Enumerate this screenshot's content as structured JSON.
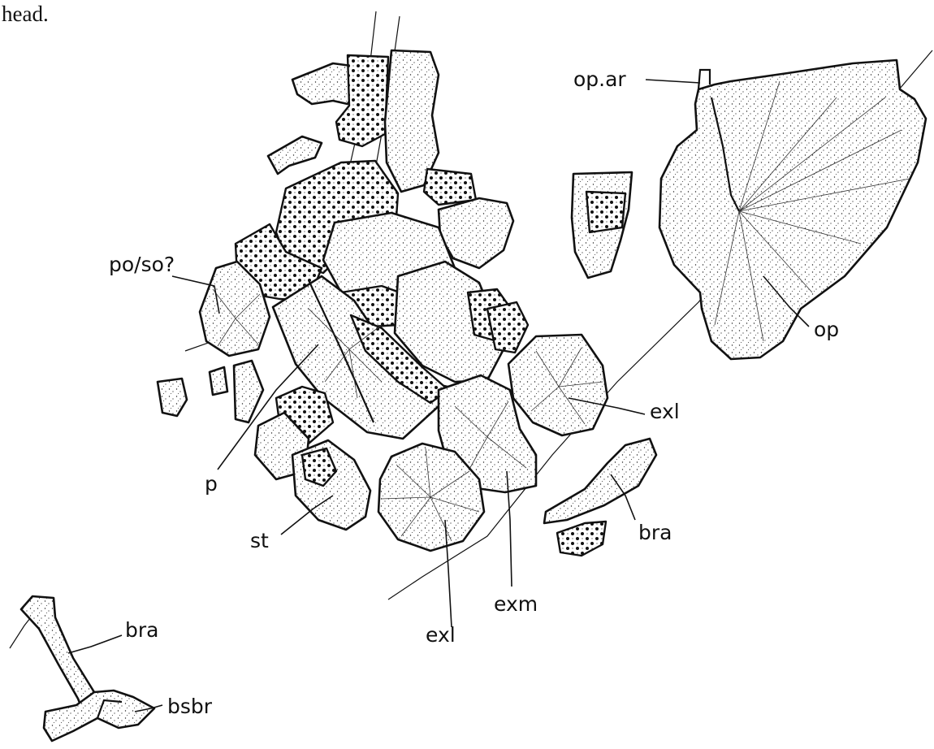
{
  "caption_fragment": "head.",
  "labels": {
    "op_ar": "op.ar",
    "po_so": "po/so?",
    "op": "op",
    "exl_upper": "exl",
    "p": "p",
    "bra_right": "bra",
    "st": "st",
    "exm": "exm",
    "exl_lower": "exl",
    "bra_left": "bra",
    "bsbr": "bsbr"
  }
}
